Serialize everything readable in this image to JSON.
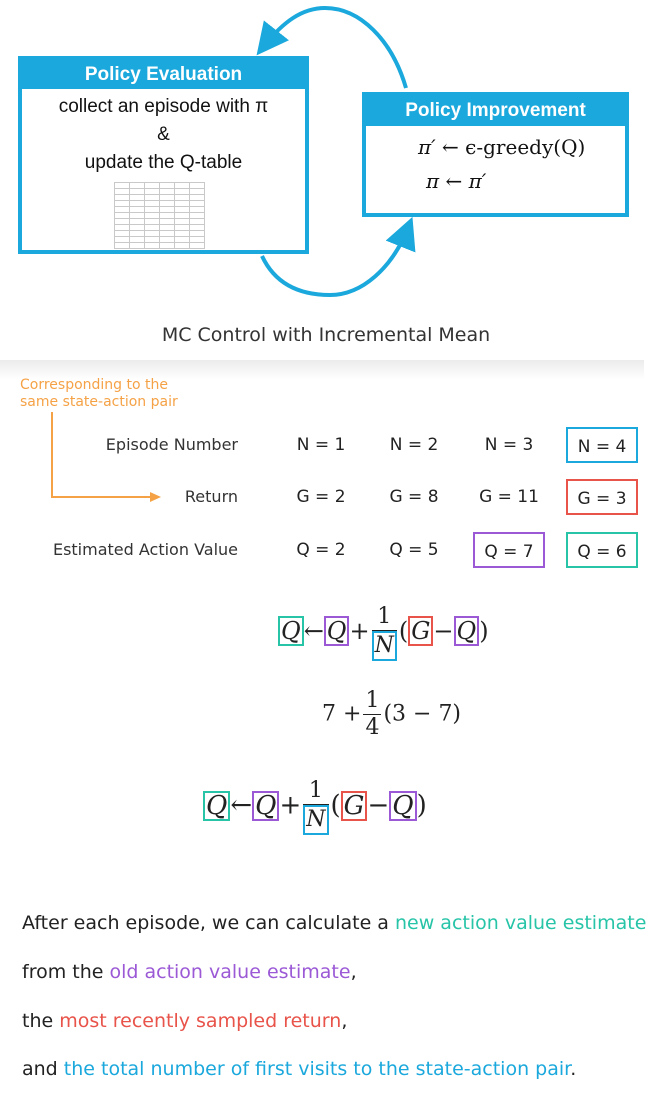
{
  "policy_evaluation": {
    "title": "Policy Evaluation",
    "line1": "collect an episode with π",
    "line2": "&",
    "line3": "update the Q-table"
  },
  "policy_improvement": {
    "title": "Policy Improvement",
    "eq1_lhs": "π′",
    "eq1_arrow": "←",
    "eq1_rhs": "ϵ-greedy(Q)",
    "eq2_lhs": "π",
    "eq2_arrow": "←",
    "eq2_rhs": "π′"
  },
  "caption": "MC Control with Incremental Mean",
  "annotation": {
    "line1": "Corresponding to the",
    "line2": "same state-action pair"
  },
  "table": {
    "row_labels": [
      "Episode Number",
      "Return",
      "Estimated Action Value"
    ],
    "episode_row": [
      "N = 1",
      "N = 2",
      "N = 3",
      "N = 4"
    ],
    "return_row": [
      "G = 2",
      "G = 8",
      "G = 11",
      "G = 3"
    ],
    "value_row": [
      "Q = 2",
      "Q = 5",
      "Q = 7",
      "Q = 6"
    ]
  },
  "equation": {
    "Q": "Q",
    "arrow": "←",
    "plus": "+",
    "one": "1",
    "N": "N",
    "G": "G",
    "minus": "−",
    "lparen": "(",
    "rparen": ")",
    "example": {
      "seven": "7",
      "plus": "+",
      "one": "1",
      "four": "4",
      "paren": "(3 − 7)"
    }
  },
  "explanation": {
    "p1_prefix": "After each episode, we can calculate a ",
    "p1_highlight": "new action value estimate",
    "p2_prefix": "from the ",
    "p2_highlight": "old action value estimate",
    "p2_suffix": ",",
    "p3_prefix": "the ",
    "p3_highlight": "most recently sampled return",
    "p3_suffix": ",",
    "p4_prefix": "and ",
    "p4_highlight": "the total number of first visits to the state-action pair",
    "p4_suffix": "."
  },
  "colors": {
    "accent_blue": "#1ba8dc",
    "teal": "#27c4a8",
    "purple": "#9b59d6",
    "red": "#e8534a",
    "orange": "#f5a246"
  }
}
